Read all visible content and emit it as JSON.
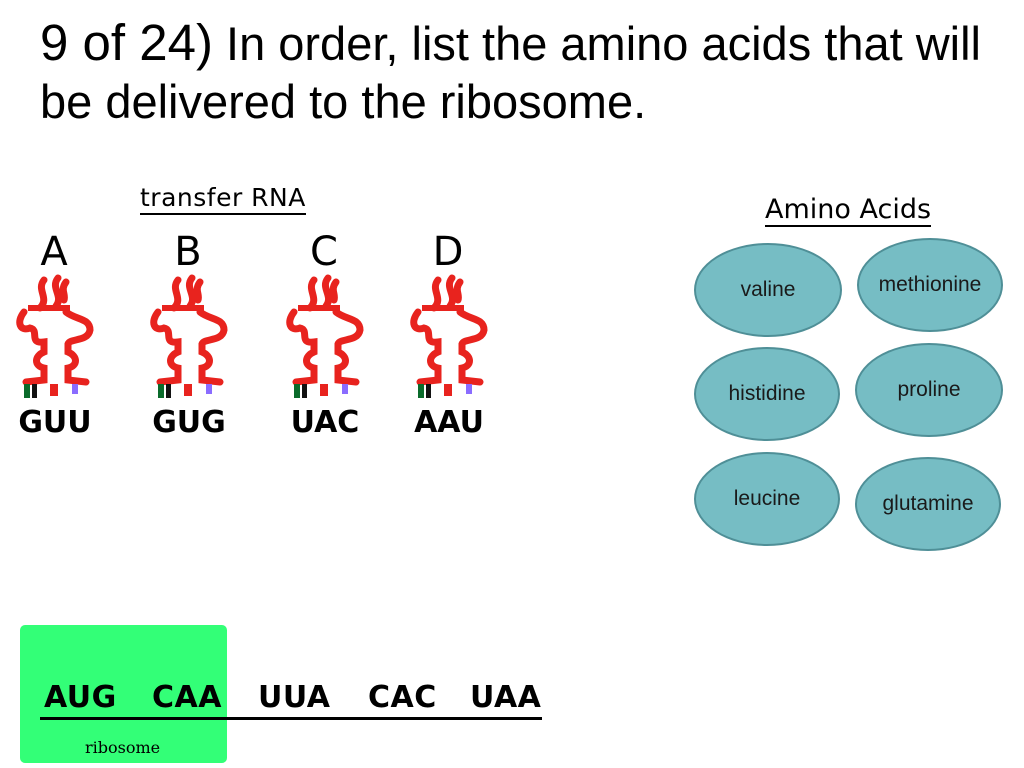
{
  "title": {
    "number": "9 of 24)",
    "text": "In order, list the amino acids that will be delivered to the ribosome."
  },
  "trna": {
    "heading": "transfer RNA",
    "molecules": [
      {
        "letter": "A",
        "codon": "GUU"
      },
      {
        "letter": "B",
        "codon": "GUG"
      },
      {
        "letter": "C",
        "codon": "UAC"
      },
      {
        "letter": "D",
        "codon": "AAU"
      }
    ],
    "color": "#e8231e"
  },
  "amino_acids": {
    "heading": "Amino Acids",
    "items": [
      "valine",
      "methionine",
      "histidine",
      "proline",
      "leucine",
      "glutamine"
    ],
    "color": "#76bdc4"
  },
  "ribosome": {
    "codons": [
      "AUG",
      "CAA",
      "UUA",
      "CAC",
      "UAA"
    ],
    "label": "ribosome",
    "color": "#33ff77"
  }
}
